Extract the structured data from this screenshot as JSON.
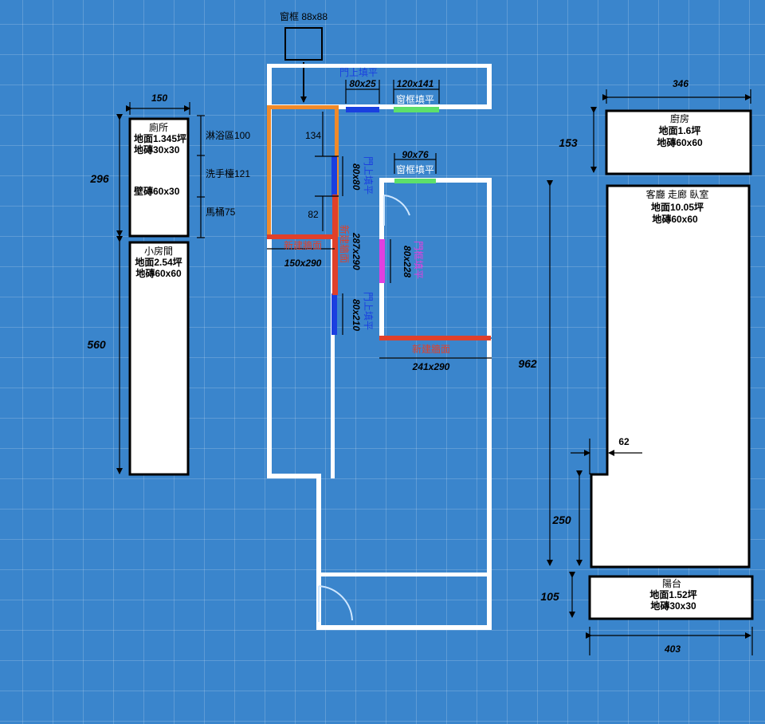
{
  "window_frame": "窗框 88x88",
  "fill_labels": {
    "door_top_1": "門上填平",
    "door_top_1_size": "80x25",
    "window_fill_1": "窗框填平",
    "window_fill_1_size": "120x141",
    "door_top_2": "門上填平",
    "door_top_2_size": "80x80",
    "window_fill_2": "窗框填平",
    "window_fill_2_size": "90x76",
    "door_frame": "門框填平",
    "door_frame_size": "80x228",
    "door_top_3": "門上填平",
    "door_top_3_size": "80x210",
    "new_wall_1": "新建牆面",
    "new_wall_1_size": "150x290",
    "new_wall_2": "新建牆面",
    "new_wall_2_size": "287x290",
    "new_wall_3": "新建牆面",
    "new_wall_3_size": "241x290"
  },
  "plan_dims": {
    "d134": "134",
    "d82": "82"
  },
  "left_panel": {
    "width": "150",
    "bathroom_height": "296",
    "small_room_height": "560",
    "bathroom": {
      "title": "廁所",
      "floor": "地面1.345坪",
      "tile": "地磚30x30",
      "wall_tile": "壁磚60x30"
    },
    "zones": [
      "淋浴區100",
      "洗手檯121",
      "馬桶75"
    ],
    "small_room": {
      "title": "小房間",
      "floor": "地面2.54坪",
      "tile": "地磚60x60"
    }
  },
  "right_panel": {
    "width_top": "346",
    "kitchen_height": "153",
    "kitchen": {
      "title": "廚房",
      "floor": "地面1.6坪",
      "tile": "地磚60x60"
    },
    "living": {
      "title": "客廳 走廊 臥室",
      "floor": "地面10.05坪",
      "tile": "地磚60x60"
    },
    "living_height": "962",
    "notch": "62",
    "lower_height": "250",
    "balcony_height": "105",
    "balcony": {
      "title": "陽台",
      "floor": "地面1.52坪",
      "tile": "地磚30x30"
    },
    "width_bottom": "403"
  }
}
